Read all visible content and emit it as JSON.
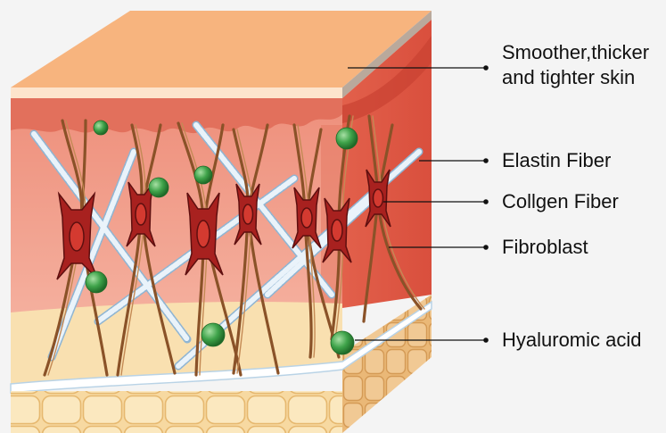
{
  "labels": {
    "skin": {
      "line1": "Smoother,thicker",
      "line2": "and tighter skin"
    },
    "elastin": "Elastin Fiber",
    "collagen": "Collgen Fiber",
    "fibroblast": "Fibroblast",
    "hyaluronic": "Hyaluromic acid"
  },
  "colors": {
    "background": "#f4f4f4",
    "epidermis_top": "#f7b47e",
    "dermis": "#f2a08f",
    "subcutaneous_fat": "#f8dea8",
    "fibroblast": "#a8211f",
    "collagen": "#a0673a",
    "elastin": "#dbe7f0",
    "hyaluronic_acid": "#3fa34a",
    "leader_line": "#111111"
  },
  "icons": [
    "skin-cross-section",
    "fibroblast-cell",
    "elastin-fiber",
    "collagen-fiber",
    "hyaluronic-acid-sphere"
  ]
}
